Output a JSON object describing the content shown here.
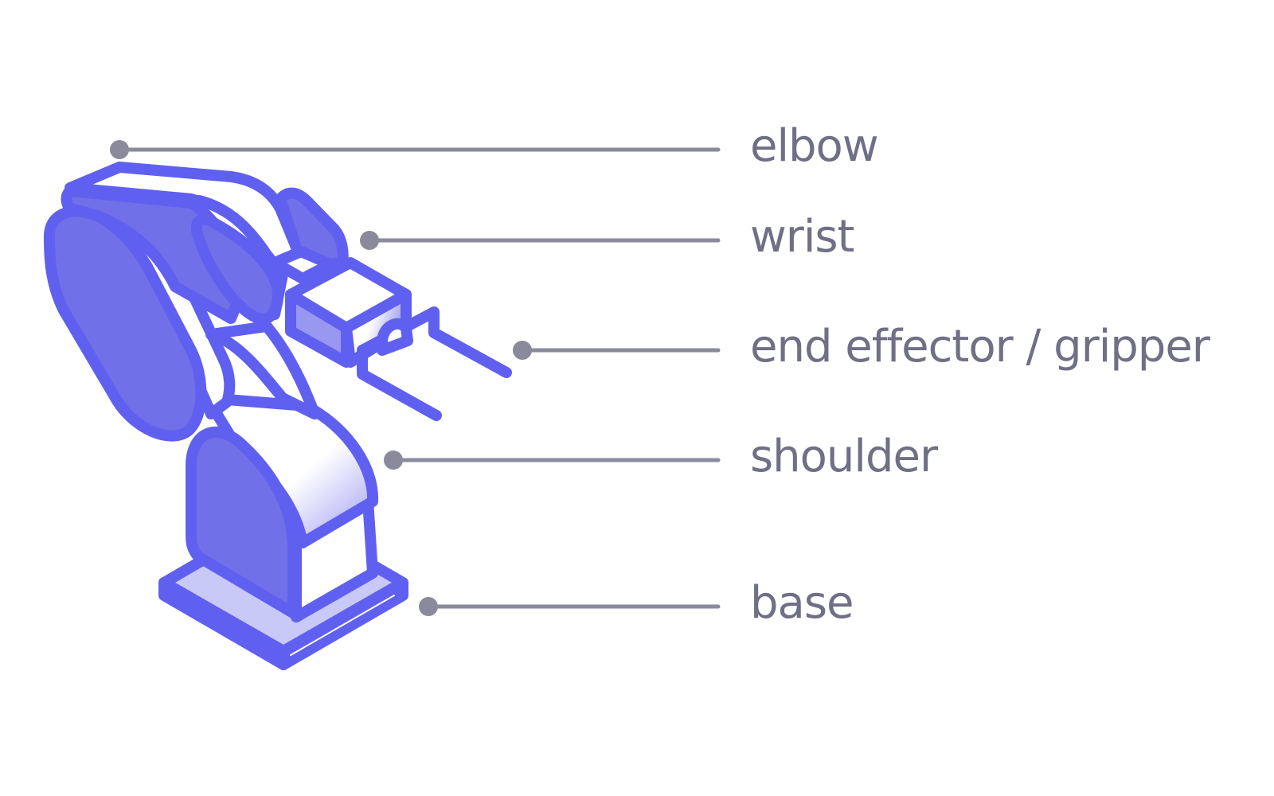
{
  "colors": {
    "outline": "#6060f0",
    "fill_dark": "#7070e8",
    "fill_mid": "#9898f0",
    "fill_light": "#c9c9f7",
    "callout": "#8a8a9c",
    "label": "#6f6f85"
  },
  "callouts": [
    {
      "id": "elbow",
      "label": "elbow"
    },
    {
      "id": "wrist",
      "label": "wrist"
    },
    {
      "id": "end-effector",
      "label": "end effector / gripper"
    },
    {
      "id": "shoulder",
      "label": "shoulder"
    },
    {
      "id": "base",
      "label": "base"
    }
  ]
}
